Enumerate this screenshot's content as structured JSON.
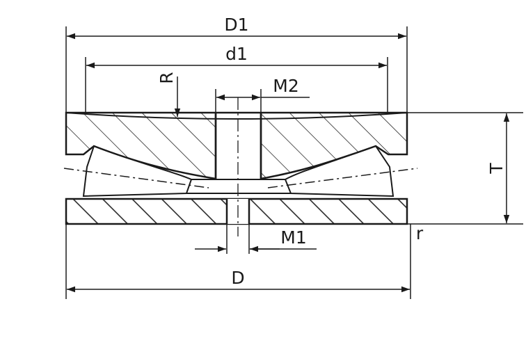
{
  "diagram": {
    "labels": {
      "outer_diameter_top": "D1",
      "inner_diameter_top": "d1",
      "radius": "R",
      "thread_top": "M2",
      "thread_bottom": "M1",
      "height": "T",
      "corner_radius": "r",
      "base_diameter": "D"
    }
  }
}
